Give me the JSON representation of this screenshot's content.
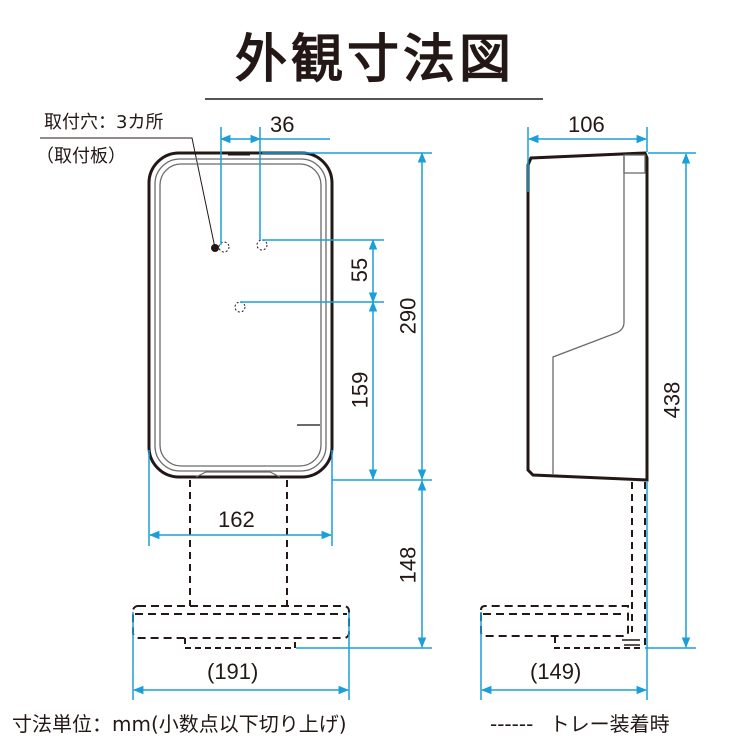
{
  "title": "外観寸法図",
  "callout": {
    "mount_holes": "取付穴：3カ所",
    "mount_plate": "（取付板）"
  },
  "front_view": {
    "dims": {
      "hole_spacing": "36",
      "hole_vertical": "55",
      "hole_to_bottom": "159",
      "height": "290",
      "width": "162",
      "stand_height": "148",
      "tray_width": "(191)"
    }
  },
  "side_view": {
    "dims": {
      "depth": "106",
      "total_height": "438",
      "tray_depth": "(149)"
    }
  },
  "footer": {
    "unit_note": "寸法単位：mm(小数点以下切り上げ)",
    "legend_dash": "------",
    "legend_label": "トレー装着時"
  },
  "colors": {
    "dimension_line": "#1a9fd9",
    "outline": "#231815",
    "inner_line": "#6b6b6b"
  }
}
